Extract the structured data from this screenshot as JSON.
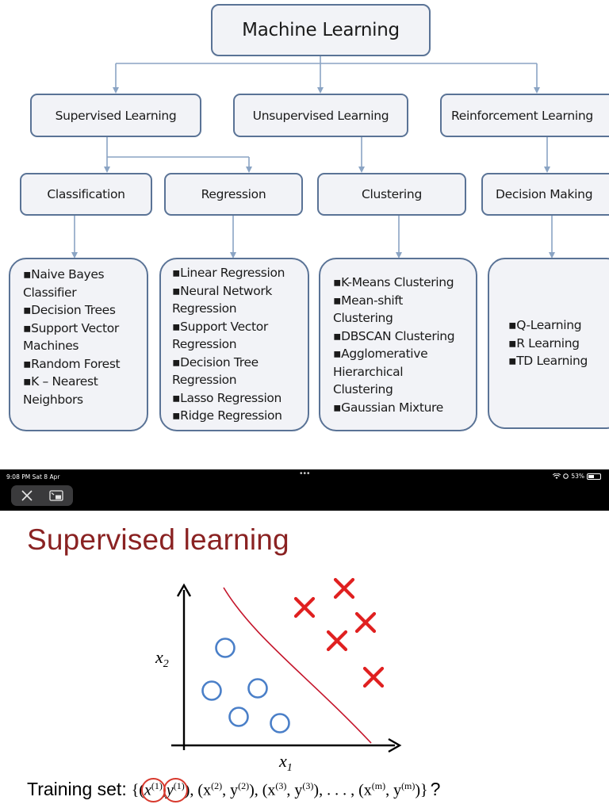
{
  "diagram": {
    "root": "Machine Learning",
    "categories": [
      "Supervised Learning",
      "Unsupervised Learning",
      "Reinforcement Learning"
    ],
    "subcategories": [
      "Classification",
      "Regression",
      "Clustering",
      "Decision Making"
    ],
    "leaves": [
      [
        "Naive Bayes",
        "Classifier",
        "Decision Trees",
        "Support Vector",
        "Machines",
        "Random Forest",
        "K – Nearest",
        "Neighbors"
      ],
      [
        "Linear Regression",
        "Neural Network",
        "Regression",
        "Support Vector",
        "Regression",
        "Decision Tree",
        "Regression",
        "Lasso Regression",
        "Ridge Regression"
      ],
      [
        "K-Means Clustering",
        "Mean-shift",
        "Clustering",
        "DBSCAN Clustering",
        "Agglomerative",
        "Hierarchical",
        "Clustering",
        "Gaussian Mixture"
      ],
      [
        "Q-Learning",
        "R Learning",
        "TD Learning"
      ]
    ]
  },
  "status_bar": {
    "time": "9:08 PM  Sat 8 Apr",
    "dots": "•••",
    "battery": "53%"
  },
  "slide": {
    "title": "Supervised learning",
    "x_label": "x",
    "x_sub": "1",
    "y_label": "x",
    "y_sub": "2",
    "training_label": "Training set:",
    "training_math": {
      "open": "{(",
      "x1": "x",
      "x1_sup": "(1)",
      "comma": ",",
      "y1": "y",
      "y1_sup": "(1)",
      "rest_a": "), (x",
      "sup2": "(2)",
      "rest_b": ", y",
      "sup2b": "(2)",
      "rest_c": "), (x",
      "sup3": "(3)",
      "rest_d": ", y",
      "sup3b": "(3)",
      "rest_e": "), . . . , (x",
      "supm": "(m)",
      "rest_f": ", y",
      "supmb": "(m)",
      "close": ")}"
    },
    "question": "?",
    "colors": {
      "title": "#8a2222",
      "circles": "#4a7fc8",
      "crosses": "#e02020",
      "boundary": "#c4142a"
    }
  }
}
